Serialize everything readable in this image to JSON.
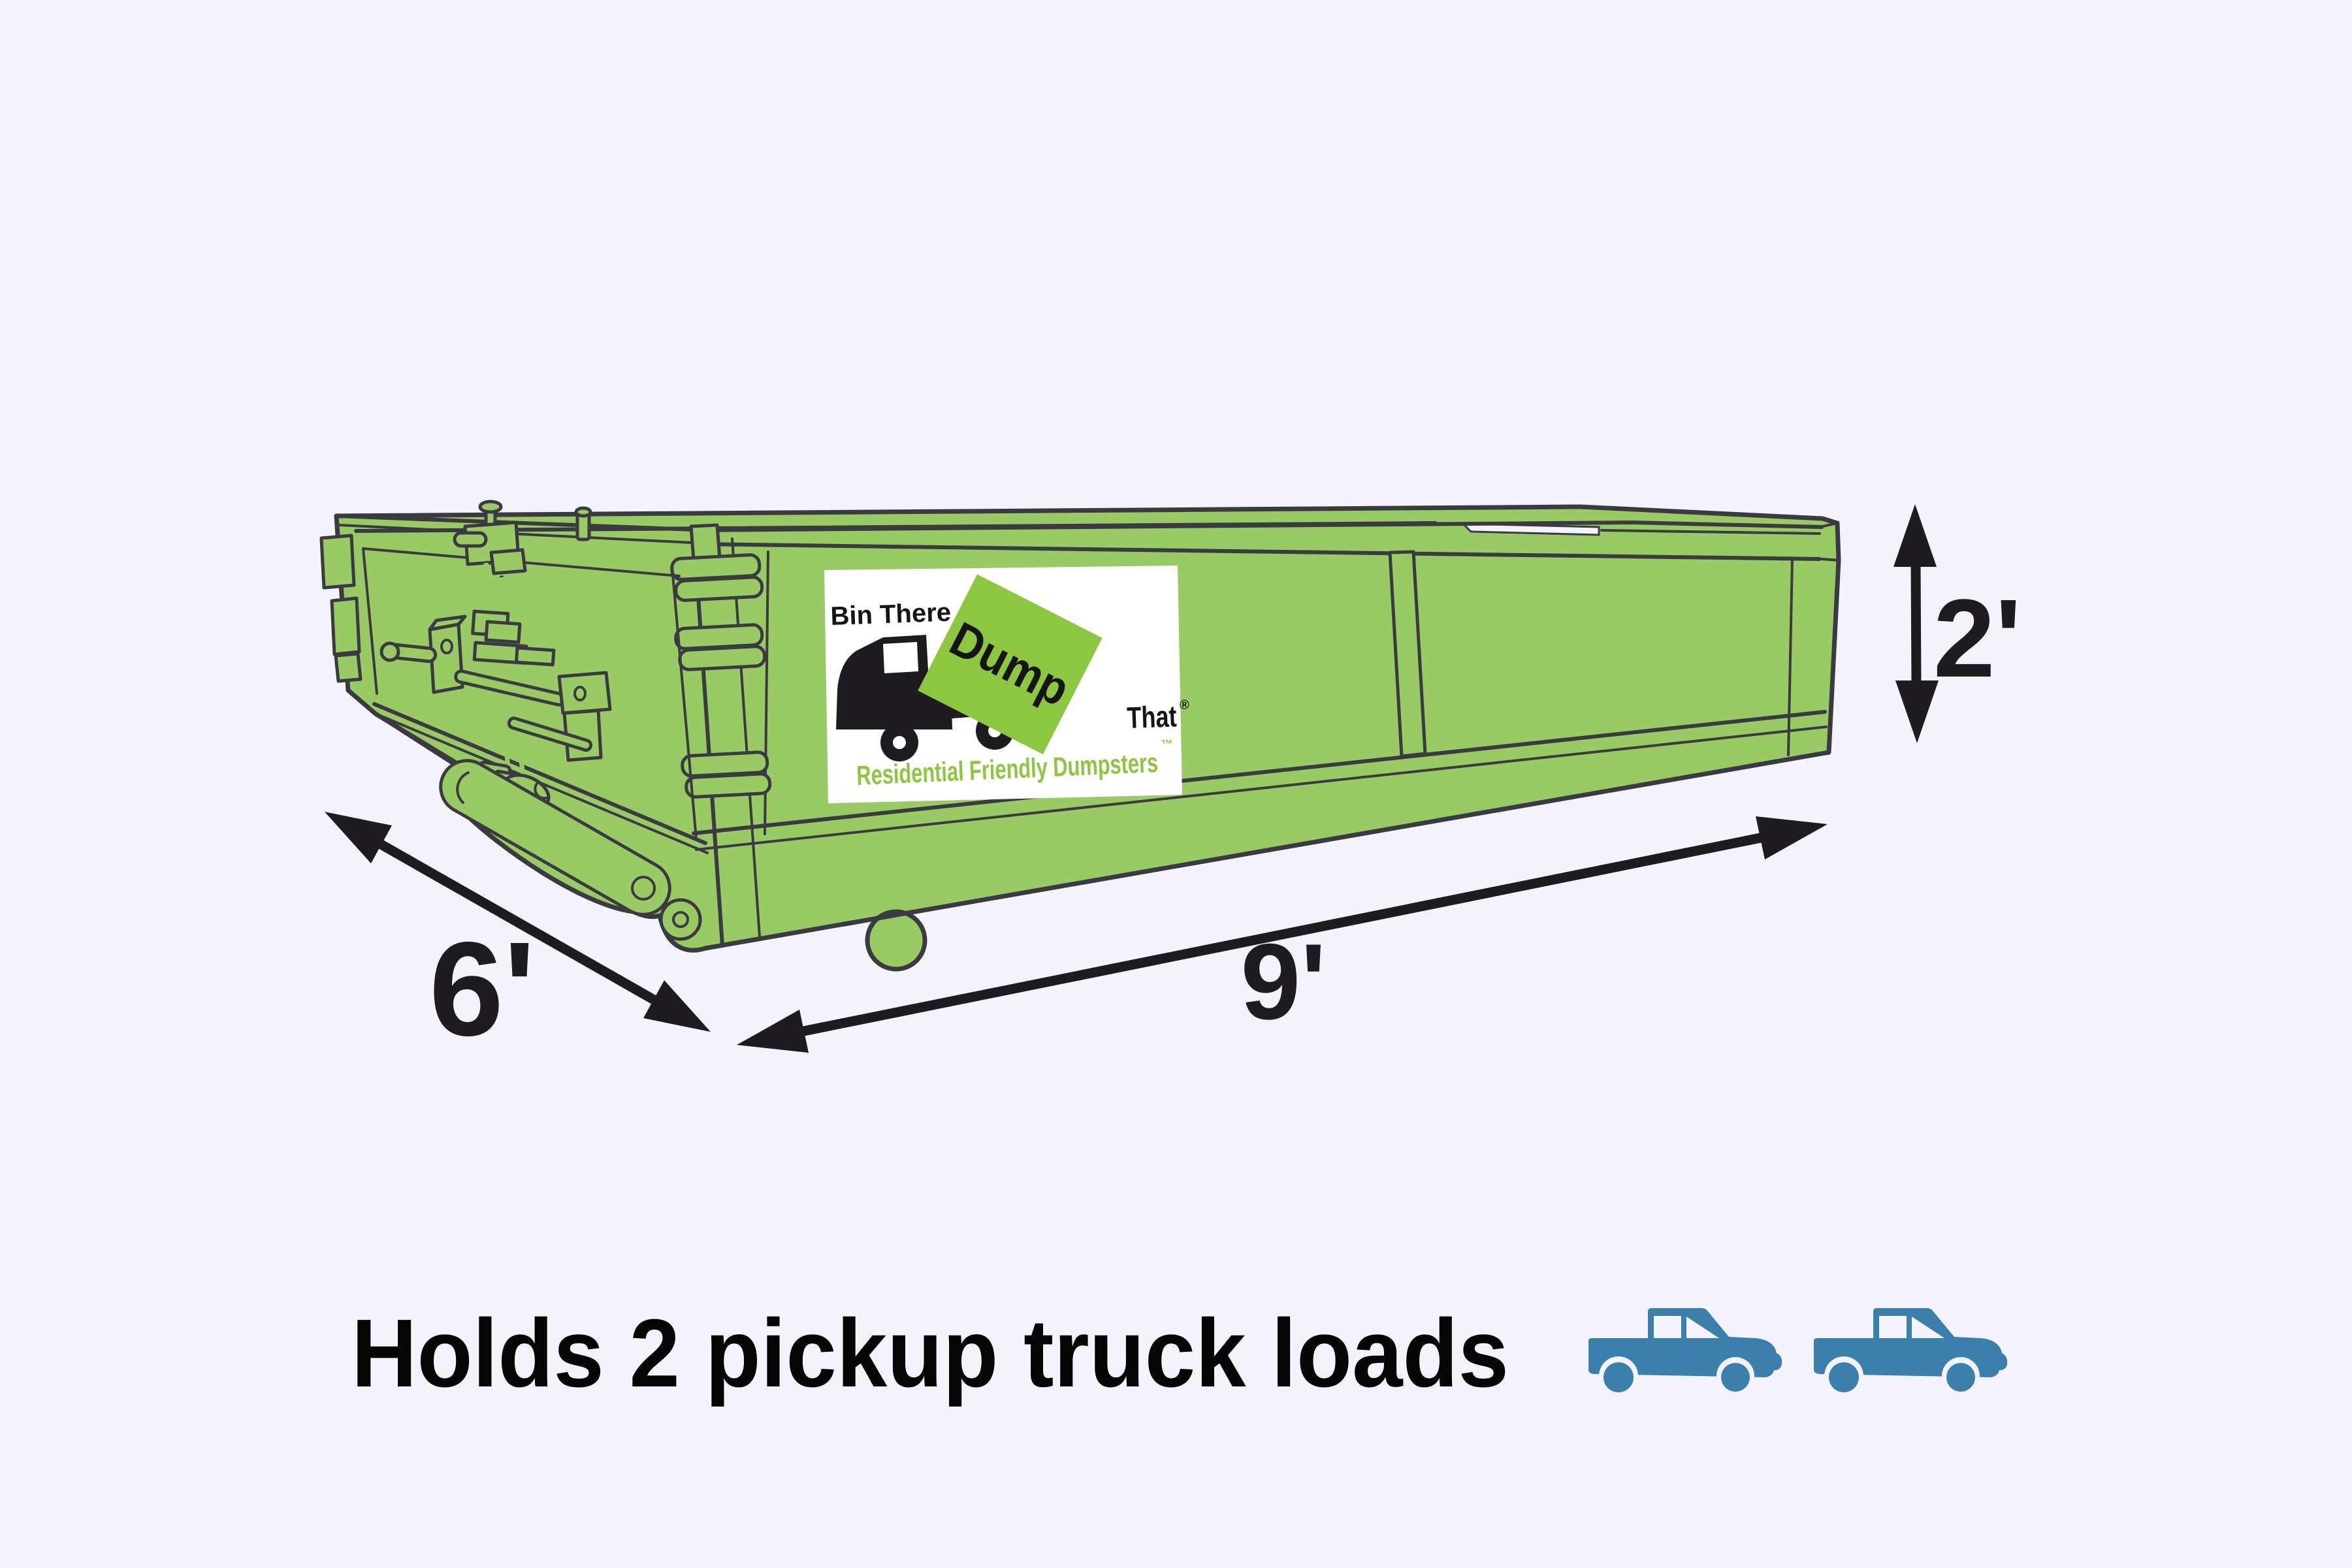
{
  "theme": {
    "bg": "#f4f2fa",
    "green": "#9aca64",
    "line": "#3a3a42",
    "ink": "#1e1c20",
    "logo-green": "#8dc63f",
    "blue": "#3b80ad",
    "white": "#ffffff",
    "caption": "#050505"
  },
  "illustration": {
    "subject": "green residential roll-off dumpster, 3/4 perspective view with open top, rear door hardware and rollers",
    "bin_color": "#9aca64",
    "outline_color": "#3a3a42",
    "logo": {
      "bin_there": "Bin There",
      "dump": "Dump",
      "that": "That",
      "registered_mark": "®",
      "tagline": "Residential Friendly Dumpsters",
      "trademark_mark": "™",
      "panel_color": "#ffffff",
      "logo_green": "#8dc63f"
    },
    "dimensions": {
      "height": {
        "label": "2'"
      },
      "length": {
        "label": "9'"
      },
      "width": {
        "label": "6'"
      }
    },
    "arrow_color": "#1e1c20"
  },
  "caption": {
    "text": "Holds 2 pickup truck loads",
    "color": "#050505",
    "trucks": {
      "count": 2,
      "icon": "pickup-truck-icon",
      "color": "#3b80ad"
    }
  }
}
